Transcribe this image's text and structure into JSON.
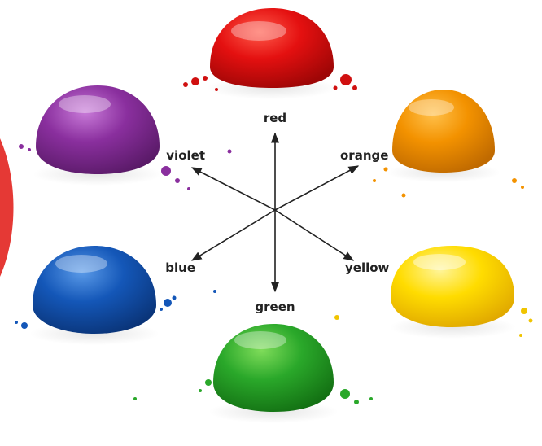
{
  "labels": {
    "red": "red",
    "orange": "orange",
    "yellow": "yellow",
    "green": "green",
    "blue": "blue",
    "violet": "violet"
  },
  "colors": {
    "red": "#e01010",
    "orange": "#f39200",
    "yellow": "#ffd700",
    "green": "#2aa82a",
    "blue": "#1457b8",
    "violet": "#8a2f9e",
    "arrow": "#222222",
    "edge_accent": "#e53935"
  }
}
